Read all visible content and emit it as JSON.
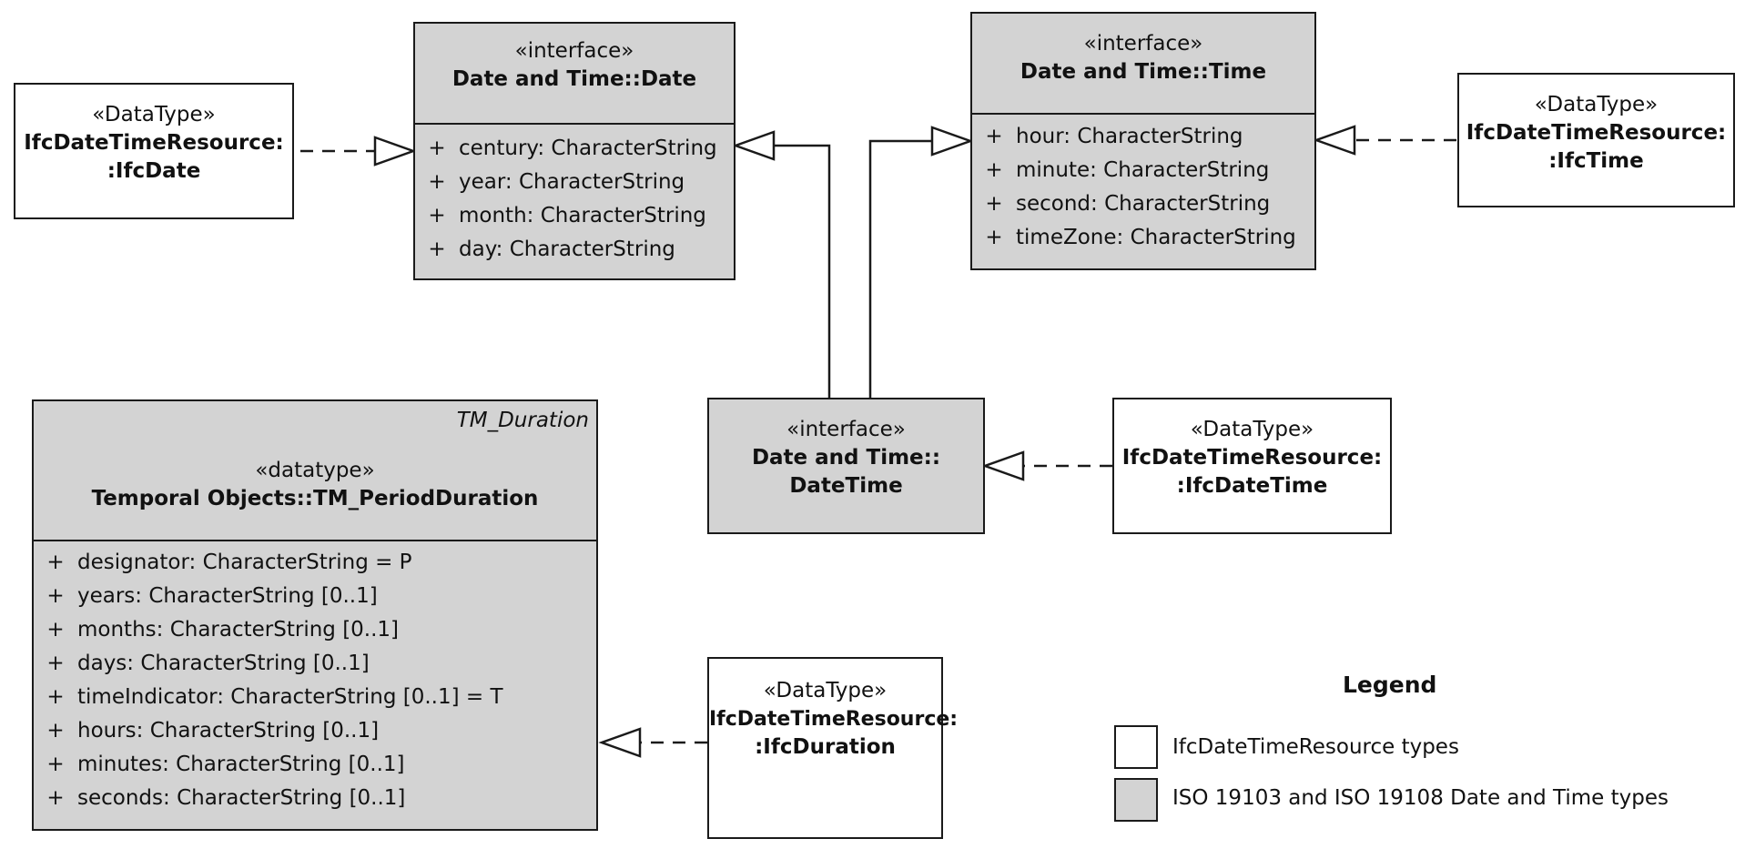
{
  "colors": {
    "iso_type_fill": "#d3d3d3",
    "ifc_type_fill": "#ffffff",
    "line": "#1a1a1a"
  },
  "date_interface": {
    "stereotype": "«interface»",
    "name": "Date and Time::Date",
    "attributes": [
      {
        "vis": "+",
        "text": "century: CharacterString"
      },
      {
        "vis": "+",
        "text": "year: CharacterString"
      },
      {
        "vis": "+",
        "text": "month: CharacterString"
      },
      {
        "vis": "+",
        "text": "day: CharacterString"
      }
    ]
  },
  "time_interface": {
    "stereotype": "«interface»",
    "name": "Date and Time::Time",
    "attributes": [
      {
        "vis": "+",
        "text": "hour: CharacterString"
      },
      {
        "vis": "+",
        "text": "minute: CharacterString"
      },
      {
        "vis": "+",
        "text": "second: CharacterString"
      },
      {
        "vis": "+",
        "text": "timeZone: CharacterString"
      }
    ]
  },
  "datetime_interface": {
    "stereotype": "«interface»",
    "name_line1": "Date and Time::",
    "name_line2": "DateTime"
  },
  "ifc_date": {
    "stereotype": "«DataType»",
    "name_line1": "IfcDateTimeResource:",
    "name_line2": ":IfcDate"
  },
  "ifc_time": {
    "stereotype": "«DataType»",
    "name_line1": "IfcDateTimeResource:",
    "name_line2": ":IfcTime"
  },
  "ifc_datetime": {
    "stereotype": "«DataType»",
    "name_line1": "IfcDateTimeResource:",
    "name_line2": ":IfcDateTime"
  },
  "ifc_duration": {
    "stereotype": "«DataType»",
    "name_line1": "IfcDateTimeResource:",
    "name_line2": ":IfcDuration"
  },
  "period_duration": {
    "parent_label": "TM_Duration",
    "stereotype": "«datatype»",
    "name": "Temporal Objects::TM_PeriodDuration",
    "attributes": [
      {
        "vis": "+",
        "text": "designator: CharacterString = P"
      },
      {
        "vis": "+",
        "text": "years: CharacterString [0..1]"
      },
      {
        "vis": "+",
        "text": "months: CharacterString [0..1]"
      },
      {
        "vis": "+",
        "text": "days: CharacterString [0..1]"
      },
      {
        "vis": "+",
        "text": "timeIndicator: CharacterString [0..1] = T"
      },
      {
        "vis": "+",
        "text": "hours: CharacterString [0..1]"
      },
      {
        "vis": "+",
        "text": "minutes: CharacterString [0..1]"
      },
      {
        "vis": "+",
        "text": "seconds: CharacterString [0..1]"
      }
    ]
  },
  "legend": {
    "title": "Legend",
    "ifc_label": "IfcDateTimeResource types",
    "iso_label": "ISO 19103 and ISO 19108 Date and Time types"
  }
}
